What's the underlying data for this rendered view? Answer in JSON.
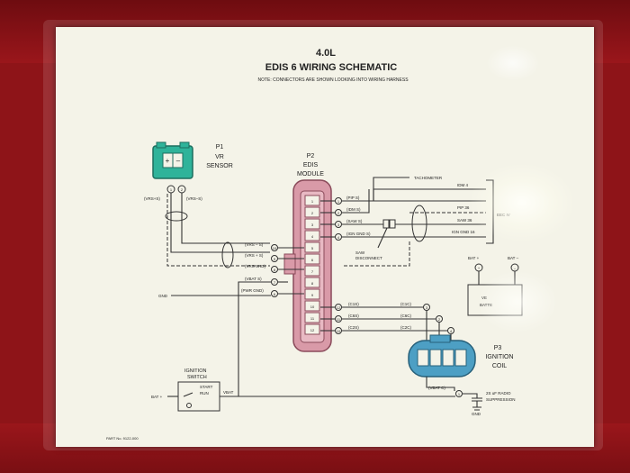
{
  "header": {
    "engine": "4.0L",
    "title": "EDIS 6  WIRING SCHEMATIC",
    "note": "NOTE: CONNECTORS ARE SHOWN LOOKING INTO WIRING HARNESS"
  },
  "p1": {
    "id": "P1",
    "name_l1": "VR",
    "name_l2": "SENSOR",
    "pins": [
      "(VRS+S)",
      "(VRS–S)"
    ],
    "pin_nums": [
      "1",
      "2"
    ],
    "plus": "+",
    "minus": "–"
  },
  "p2": {
    "id": "P2",
    "name_l1": "EDIS",
    "name_l2": "MODULE",
    "pin_nums": [
      "1",
      "2",
      "3",
      "4",
      "5",
      "6",
      "7",
      "8",
      "9",
      "10",
      "11",
      "12"
    ]
  },
  "p3": {
    "id": "P3",
    "name_l1": "IGNITION",
    "name_l2": "COIL"
  },
  "p2_left": [
    {
      "pin": "10",
      "label": "(VRS – S)"
    },
    {
      "pin": "9",
      "label": "(VRS + S)"
    },
    {
      "pin": "8",
      "label": "(VRS SHD)"
    },
    {
      "pin": "7",
      "label": "(VBAT S)"
    },
    {
      "pin": "6",
      "label": "(PWR GND)"
    }
  ],
  "p2_right_top": [
    {
      "pin": "1",
      "label": "(PIP S)",
      "dest": "PIP 36"
    },
    {
      "pin": "2",
      "label": "(IDM S)",
      "dest": ""
    },
    {
      "pin": "3",
      "label": "(SAW S)",
      "dest": "SAW 36"
    },
    {
      "pin": "4",
      "label": "(IGN GND S)",
      "dest": "IGN GND 16"
    }
  ],
  "p2_right_bottom": [
    {
      "pin": "12",
      "label": "(C1S)",
      "out": "(C1C)",
      "coil_pin": "3"
    },
    {
      "pin": "11",
      "label": "(C6S)",
      "out": "(C6C)",
      "coil_pin": "2"
    },
    {
      "pin": "10",
      "label": "(C2S)",
      "out": "(C2C)",
      "coil_pin": "4"
    }
  ],
  "labels": {
    "tachometer": "TACHOMETER",
    "idm": "IDM 4",
    "eec": "EEC IV",
    "saw_disc_l1": "SAW",
    "saw_disc_l2": "DISCONNECT",
    "gnd_left": "GND",
    "bat_pos": "BAT +",
    "bat_neg": "BAT –",
    "bat_pos_pin": "+",
    "bat_neg_pin": "–",
    "vehicle_battery_l1": "VE",
    "vehicle_battery_l2": "BATTE",
    "ign_switch_l1": "IGNITION",
    "ign_switch_l2": "SWITCH",
    "start": "START",
    "run": "RUN",
    "bat_plus_left": "BAT +",
    "vbat": "VBAT",
    "vbat_c": "(VBAT C)",
    "vbat_c_pin": "1",
    "radio_l1": "2S uF   RADIO",
    "radio_l2": "SUPPRESSION",
    "gnd_bottom": "GND",
    "part_no": "PART No. 9122-000"
  },
  "colors": {
    "sensor": "#2fb39a",
    "module": "#d99aa8",
    "coil": "#4d9fc4",
    "wire": "#333333"
  }
}
